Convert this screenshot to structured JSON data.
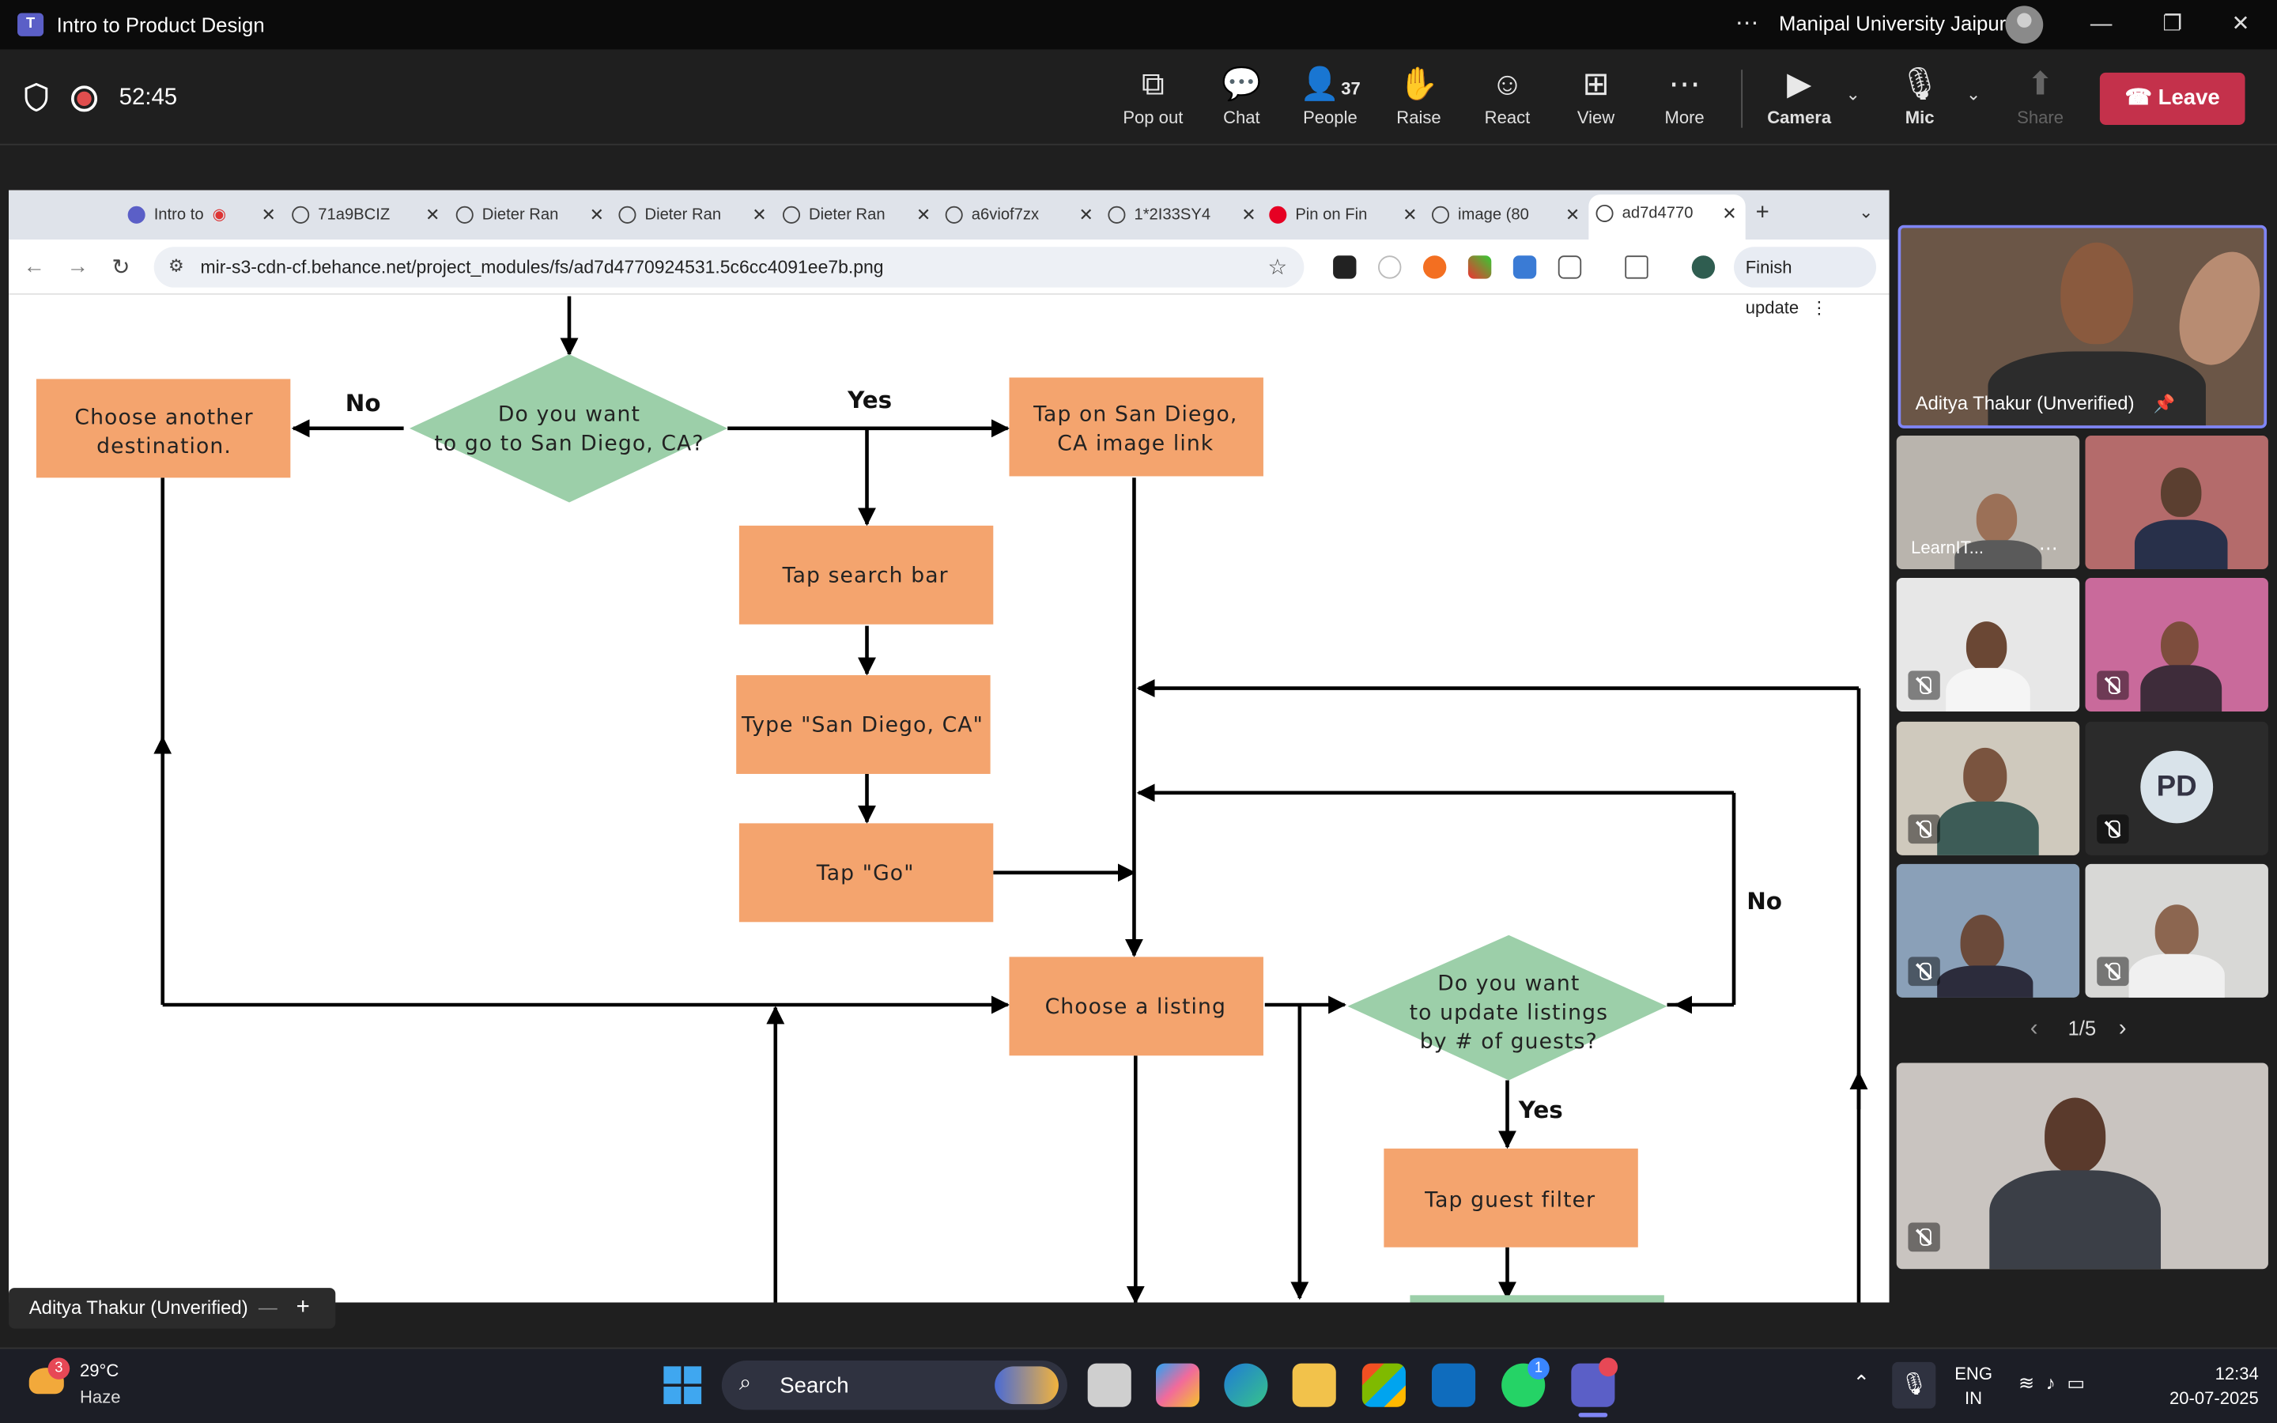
{
  "window": {
    "title": "Intro to Product Design",
    "org": "Manipal University Jaipur",
    "more_glyph": "⋯"
  },
  "meeting": {
    "timer": "52:45",
    "toolbar": {
      "popout": "Pop out",
      "chat": "Chat",
      "people": "People",
      "people_count": "37",
      "raise": "Raise",
      "react": "React",
      "view": "View",
      "more": "More",
      "camera": "Camera",
      "mic": "Mic",
      "share": "Share",
      "leave": "Leave"
    },
    "presenter_label": "Aditya Thakur (Unverified)"
  },
  "browser": {
    "tabs": [
      {
        "label": "Intro to"
      },
      {
        "label": "71a9BCIZ"
      },
      {
        "label": "Dieter Ran"
      },
      {
        "label": "Dieter Ran"
      },
      {
        "label": "Dieter Ran"
      },
      {
        "label": "a6viof7zx"
      },
      {
        "label": "1*2I33SY4"
      },
      {
        "label": "Pin on Fin"
      },
      {
        "label": "image (80"
      },
      {
        "label": "ad7d4770"
      }
    ],
    "new_tab_glyph": "+",
    "url": "mir-s3-cdn-cf.behance.net/project_modules/fs/ad7d4770924531.5c6cc4091ee7b.png",
    "finish_update": "Finish update"
  },
  "flowchart": {
    "nodes": {
      "choose_another": "Choose another destination.",
      "q_san_diego": "Do you want to go to San Diego, CA?",
      "tap_link": "Tap on San Diego, CA image link",
      "tap_search": "Tap search bar",
      "type_sd": "Type \"San Diego, CA\"",
      "tap_go": "Tap \"Go\"",
      "choose_listing": "Choose a listing",
      "q_update": "Do you want to update listings by # of guests?",
      "guest_filter": "Tap guest filter"
    },
    "labels": {
      "no_left": "No",
      "yes_top": "Yes",
      "no_right": "No",
      "yes_bottom": "Yes"
    }
  },
  "participants": {
    "featured": "Aditya Thakur (Unverified)",
    "tile_name": "LearnIT...",
    "initials": "PD",
    "pager": "1/5"
  },
  "taskbar": {
    "weather_badge": "3",
    "temp": "29°C",
    "condition": "Haze",
    "search": "Search",
    "whatsapp_badge": "1",
    "lang": "ENG",
    "region": "IN",
    "time": "12:34",
    "date": "20-07-2025"
  }
}
